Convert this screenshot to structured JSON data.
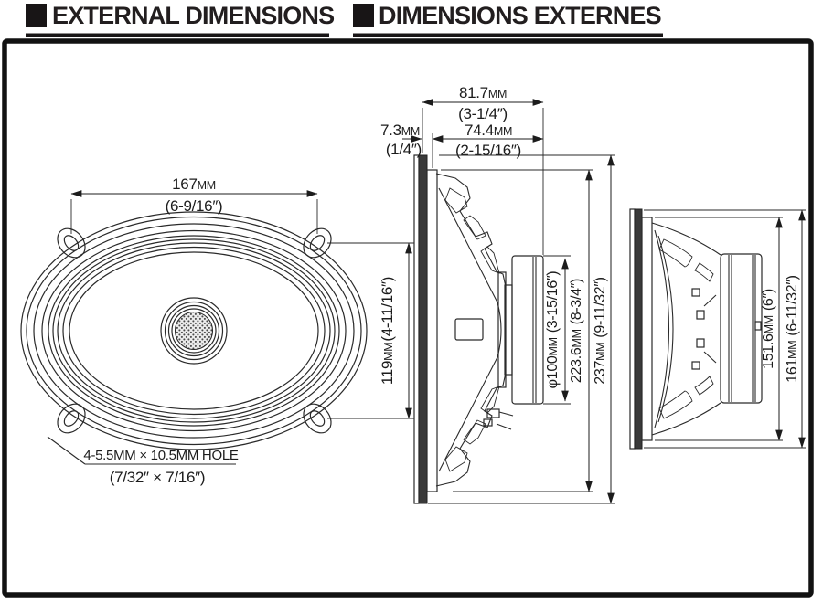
{
  "header": {
    "en": "EXTERNAL DIMENSIONS",
    "fr": "DIMENSIONS EXTERNES"
  },
  "front": {
    "width": {
      "v": "167",
      "u": "MM",
      "in": "(6-9/16″)"
    },
    "height": {
      "v": "119",
      "u": "MM",
      "in": "(4-11/16″)"
    },
    "hole": {
      "spec": "4-5.5MM × 10.5MM HOLE",
      "in": "(7/32″ × 7/16″)"
    }
  },
  "side": {
    "total_depth": {
      "v": "81.7",
      "u": "MM",
      "in": "(3-1/4″)"
    },
    "front_depth": {
      "v": "7.3",
      "u": "MM",
      "in": "(1/4″)"
    },
    "rear_depth": {
      "v": "74.4",
      "u": "MM",
      "in": "(2-15/16″)"
    },
    "magnet_dia": {
      "v": "φ100",
      "u": "MM",
      "in": "(3-15/16″)"
    },
    "frame_height": {
      "v": "223.6",
      "u": "MM",
      "in": "(8-3/4″)"
    },
    "total_height": {
      "v": "237",
      "u": "MM",
      "in": "(9-11/32″)"
    }
  },
  "end": {
    "frame_height": {
      "v": "151.6",
      "u": "MM",
      "in": "(6″)"
    },
    "total_height": {
      "v": "161",
      "u": "MM",
      "in": "(6-11/32″)"
    }
  },
  "colors": {
    "ink": "#1c1c1c",
    "line": "#2a2a2a",
    "background": "#ffffff"
  }
}
